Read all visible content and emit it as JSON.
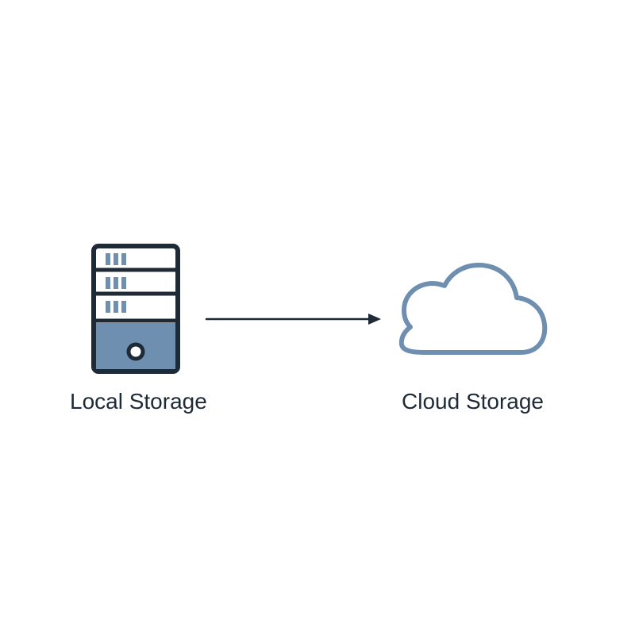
{
  "diagram": {
    "source_node": {
      "label": "Local Storage",
      "icon": "server-icon"
    },
    "target_node": {
      "label": "Cloud Storage",
      "icon": "cloud-icon"
    },
    "edge": {
      "from": "Local Storage",
      "to": "Cloud Storage",
      "icon": "arrow-right-icon"
    }
  },
  "colors": {
    "outline": "#1f2a37",
    "accent_blue": "#6f8fb1",
    "background": "#ffffff"
  }
}
